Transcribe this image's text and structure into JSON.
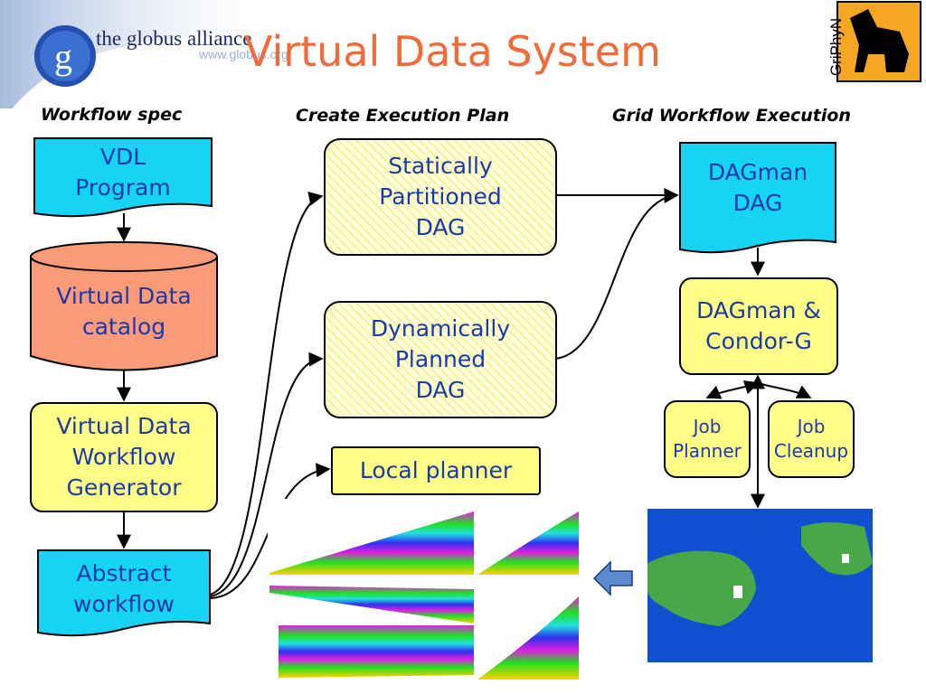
{
  "title": "Virtual Data System",
  "logo": {
    "text": "the globus alliance",
    "url": "www.globus.org"
  },
  "griphyn": {
    "text": "GriPhyN"
  },
  "columns": {
    "workflow_spec": "Workflow spec",
    "create_plan": "Create Execution Plan",
    "grid_exec": "Grid Workflow Execution"
  },
  "nodes": {
    "vdl_program": [
      "VDL",
      "Program"
    ],
    "vd_catalog": [
      "Virtual Data",
      "catalog"
    ],
    "vd_generator": [
      "Virtual Data",
      "Workflow",
      "Generator"
    ],
    "abstract_workflow": [
      "Abstract",
      "workflow"
    ],
    "static_dag": [
      "Statically",
      "Partitioned",
      "DAG"
    ],
    "dynamic_dag": [
      "Dynamically",
      "Planned",
      "DAG"
    ],
    "local_planner": "Local planner",
    "dagman_dag": [
      "DAGman",
      "DAG"
    ],
    "dagman_condor": [
      "DAGman &",
      "Condor-G"
    ],
    "job_planner": [
      "Job",
      "Planner"
    ],
    "job_cleanup": [
      "Job",
      "Cleanup"
    ]
  },
  "colors": {
    "title": "#f06a3a",
    "cyan_doc": "#16d4f4",
    "catalog": "#fb9a78",
    "yellow_box": "#ffff88",
    "text_blue": "#1a3aa8"
  },
  "icons": [
    "globus-logo-icon",
    "griphyn-logo-icon",
    "left-arrow-icon",
    "map-image",
    "stacked-chart-image"
  ]
}
